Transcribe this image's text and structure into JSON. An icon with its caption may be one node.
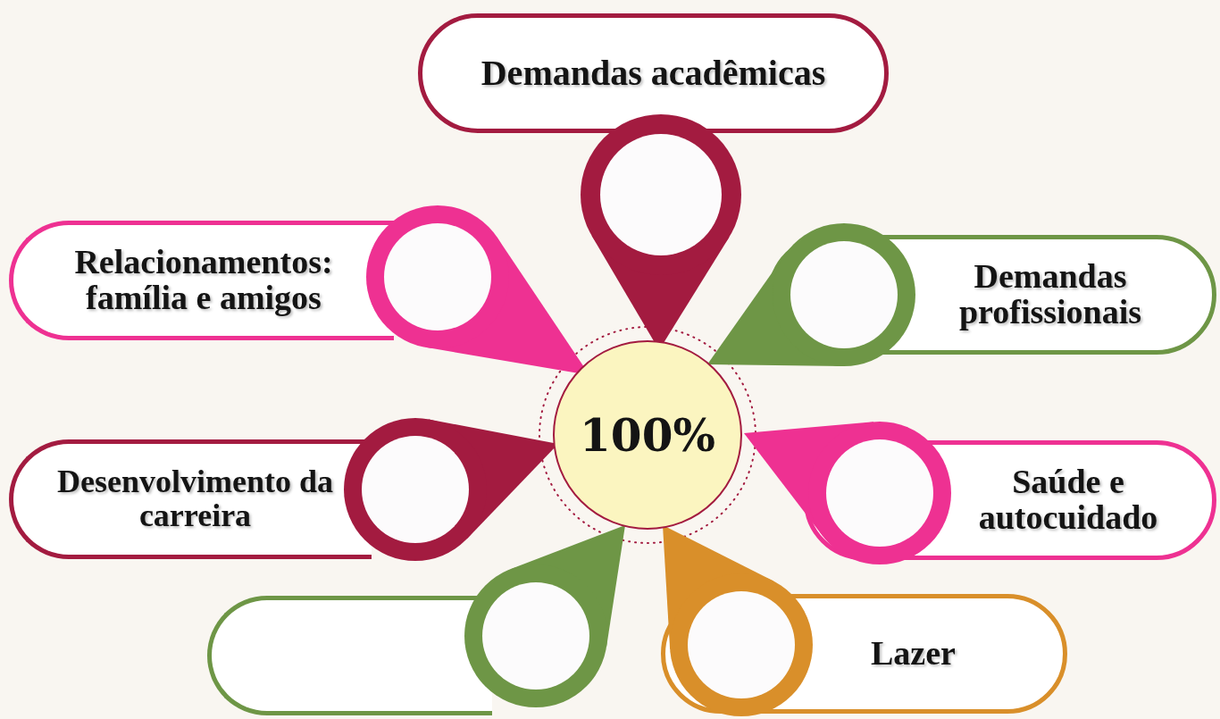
{
  "diagram": {
    "nodes": [
      {
        "text": [
          "100%"
        ]
      },
      {
        "text": [
          "Demandas acadêmicas"
        ]
      },
      {
        "text": [
          "Relacionamentos: família e amigos"
        ]
      },
      {
        "text": [
          "Demandas profissionais"
        ]
      },
      {
        "text": [
          "Desenvolvimento da carreira"
        ]
      },
      {
        "text": [
          "Saúde e autocuidado"
        ]
      },
      {
        "text": [],
        "shape": "box"
      },
      {
        "text": [
          "Lazer"
        ]
      }
    ]
  }
}
